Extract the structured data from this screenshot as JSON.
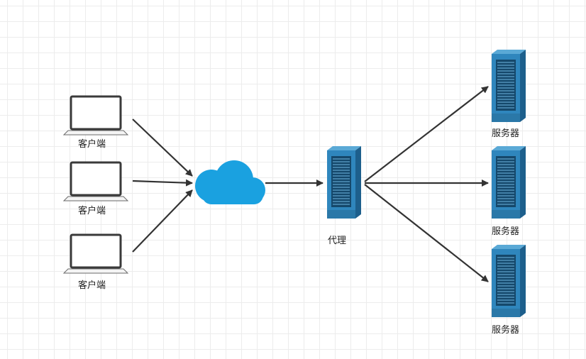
{
  "diagram": {
    "clients": [
      {
        "label": "客户端"
      },
      {
        "label": "客户端"
      },
      {
        "label": "客户端"
      }
    ],
    "proxy": {
      "label": "代理"
    },
    "servers": [
      {
        "label": "服务器"
      },
      {
        "label": "服务器"
      },
      {
        "label": "服务器"
      }
    ],
    "colors": {
      "cloud": "#1aa1e0",
      "server_front": "#2f86bd",
      "server_side": "#1d5f8c",
      "server_top": "#5aa9d6",
      "arrow": "#333333",
      "laptop": "#3a3a3a"
    },
    "icons": {
      "client": "laptop-icon",
      "network": "cloud-icon",
      "proxy": "server-tower-icon",
      "server": "server-tower-icon"
    }
  }
}
